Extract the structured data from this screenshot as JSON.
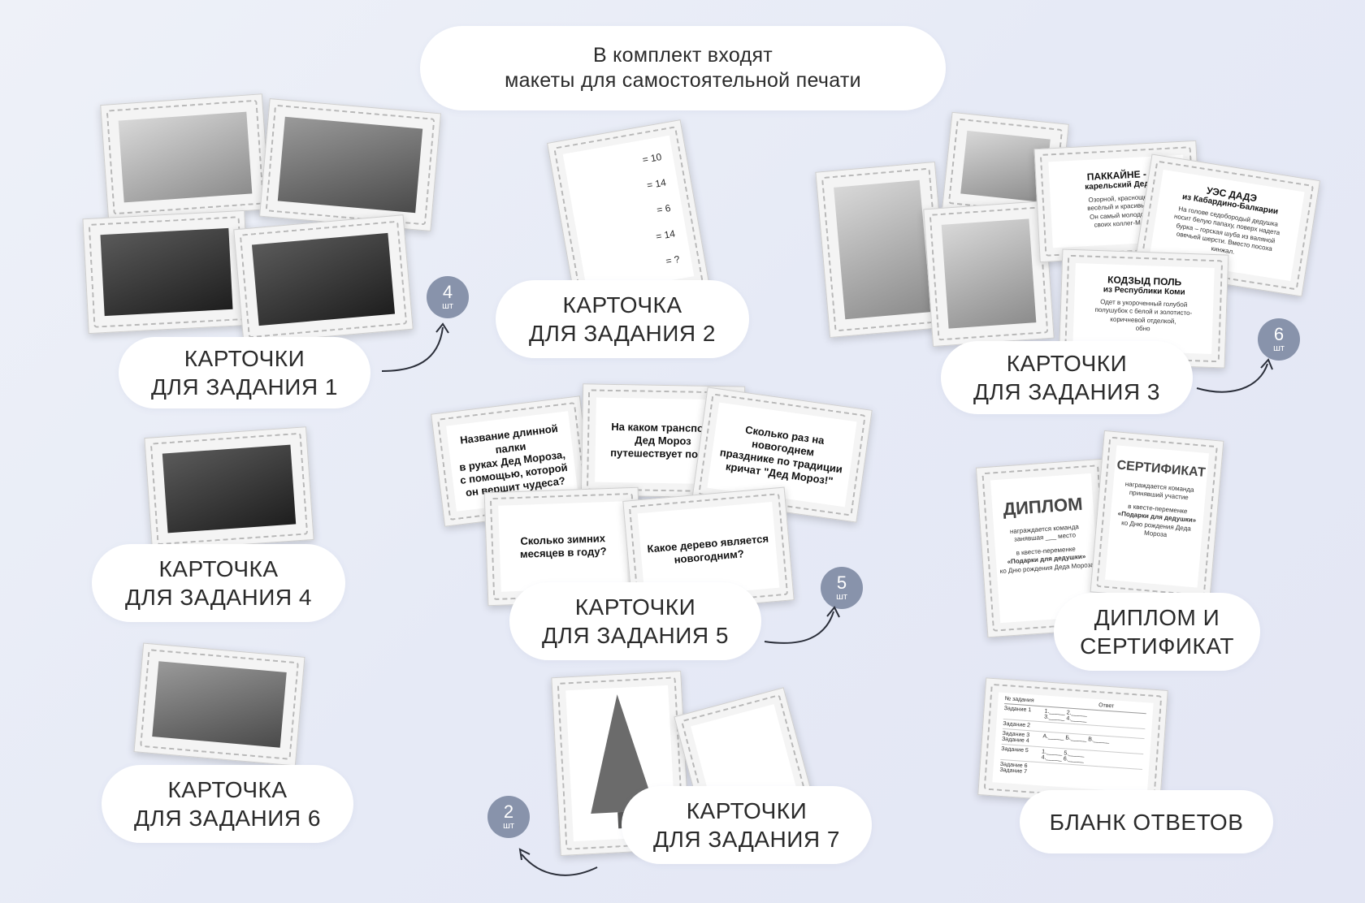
{
  "header": {
    "line1": "В комплект входят",
    "line2": "макеты для самостоятельной печати"
  },
  "labels": {
    "task1": "КАРТОЧКИ\nДЛЯ ЗАДАНИЯ 1",
    "task2": "КАРТОЧКА\nДЛЯ ЗАДАНИЯ 2",
    "task3": "КАРТОЧКИ\nДЛЯ ЗАДАНИЯ 3",
    "task4": "КАРТОЧКА\nДЛЯ ЗАДАНИЯ 4",
    "task5": "КАРТОЧКИ\nДЛЯ ЗАДАНИЯ 5",
    "task6": "КАРТОЧКА\nДЛЯ ЗАДАНИЯ 6",
    "task7": "КАРТОЧКИ\nДЛЯ ЗАДАНИЯ 7",
    "diploma": "ДИПЛОМ И\nСЕРТИФИКАТ",
    "answers": "БЛАНК ОТВЕТОВ"
  },
  "badges": {
    "b1": {
      "n": "4",
      "u": "шт"
    },
    "b3": {
      "n": "6",
      "u": "шт"
    },
    "b5": {
      "n": "5",
      "u": "шт"
    },
    "b7": {
      "n": "2",
      "u": "шт"
    }
  },
  "task2_card": {
    "eq1": "= 10",
    "eq2": "= 14",
    "eq3": "= 6",
    "eq4": "= 14",
    "eq5": "= ?"
  },
  "task3_cards": {
    "c1_title": "ПАККАЙНЕ -",
    "c1_sub": "карельский Дед",
    "c1_text": "Озорной, красноще\nвесёлый и красивый\nОн самый молодой\nсвоих коллег-Мо",
    "c2_title": "УЭС ДАДЭ",
    "c2_sub": "из Кабардино-Балкарии",
    "c2_text": "На голове седобородый дедушка\nносит белую папаху, поверх надета\nбурка – горская шуба из валяной\nовечьей шерсти. Вместо посоха\nкинжал.",
    "c3_title": "КОДЗЫД ПОЛЬ",
    "c3_sub": "из Республики Коми",
    "c3_text": "Одет в укороченный голубой\nполушубок с белой и золотисто-\nкоричневой отделкой,\nобно"
  },
  "task5_cards": {
    "q1": "Название длинной палки\nв руках Дед Мороза,\nс помощью, которой\nон вершит чудеса?",
    "q2": "На каком транспорт\nДед Мороз\nпутешествует по ми",
    "q3": "Сколько раз на новогоднем\nпразднике по традиции\nкричат \"Дед Мороз!\"",
    "q4": "Сколько зимних\nмесяцев в году?",
    "q5": "Какое дерево является\nновогодним?"
  },
  "diploma_cards": {
    "diploma_title": "ДИПЛОМ",
    "certificate_title": "СЕРТИФИКАТ",
    "awarded": "награждается команда",
    "awarded2": "награждается команда",
    "participant": "принявший участие",
    "place": "занявшая ___ место",
    "in_quest": "в квесте-переменке",
    "quest_name": "«Подарки для дедушки»",
    "occasion": "ко Дню рождения Деда Мороза"
  },
  "answer_sheet": {
    "col1": "№ задания",
    "col2": "Ответ",
    "rows": [
      "Задание 1",
      "Задание 2",
      "Задание 3\nЗадание 4",
      "Задание 5",
      "Задание 6\nЗадание 7"
    ],
    "r1": "1._____   2._____",
    "r1b": "3._____   4._____",
    "r3": "А._____   Б._____   В._____",
    "r5": "1._____   5._____",
    "r5b": "4._____   6._____"
  },
  "colors": {
    "badge": "#8893ab",
    "arrow": "#2b2f3a",
    "pill": "#ffffff"
  }
}
